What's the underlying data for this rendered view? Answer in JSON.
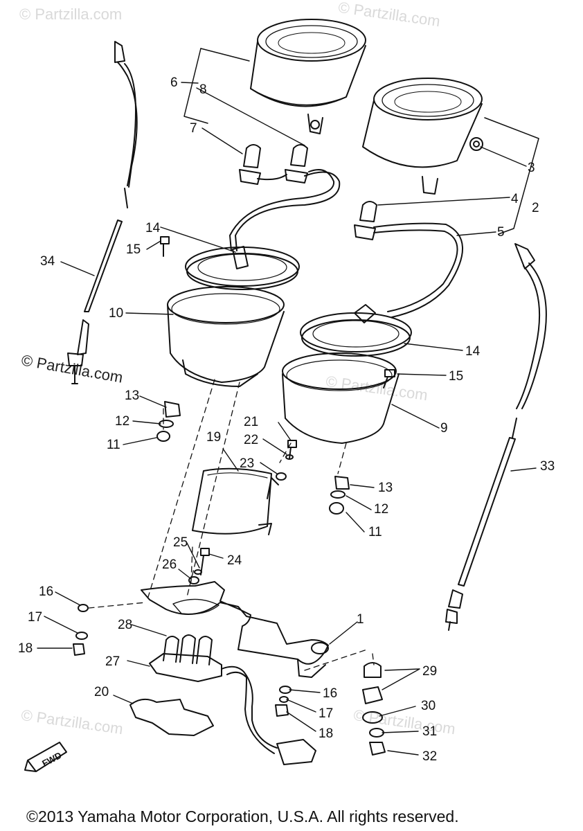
{
  "watermark": {
    "text": "© Partzilla.com"
  },
  "copyright": "©2013 Yamaha Motor Corporation, U.S.A. All rights reserved.",
  "fwd_label": "FWD",
  "callouts": [
    {
      "id": "c-1",
      "text": "1"
    },
    {
      "id": "c-2",
      "text": "2"
    },
    {
      "id": "c-3",
      "text": "3"
    },
    {
      "id": "c-4",
      "text": "4"
    },
    {
      "id": "c-5",
      "text": "5"
    },
    {
      "id": "c-6",
      "text": "6"
    },
    {
      "id": "c-7",
      "text": "7"
    },
    {
      "id": "c-8",
      "text": "8"
    },
    {
      "id": "c-9",
      "text": "9"
    },
    {
      "id": "c-10",
      "text": "10"
    },
    {
      "id": "c-11a",
      "text": "11"
    },
    {
      "id": "c-11b",
      "text": "11"
    },
    {
      "id": "c-12a",
      "text": "12"
    },
    {
      "id": "c-12b",
      "text": "12"
    },
    {
      "id": "c-13a",
      "text": "13"
    },
    {
      "id": "c-13b",
      "text": "13"
    },
    {
      "id": "c-14a",
      "text": "14"
    },
    {
      "id": "c-14b",
      "text": "14"
    },
    {
      "id": "c-15a",
      "text": "15"
    },
    {
      "id": "c-15b",
      "text": "15"
    },
    {
      "id": "c-16a",
      "text": "16"
    },
    {
      "id": "c-16b",
      "text": "16"
    },
    {
      "id": "c-17a",
      "text": "17"
    },
    {
      "id": "c-17b",
      "text": "17"
    },
    {
      "id": "c-18a",
      "text": "18"
    },
    {
      "id": "c-18b",
      "text": "18"
    },
    {
      "id": "c-19",
      "text": "19"
    },
    {
      "id": "c-20",
      "text": "20"
    },
    {
      "id": "c-21",
      "text": "21"
    },
    {
      "id": "c-22",
      "text": "22"
    },
    {
      "id": "c-23",
      "text": "23"
    },
    {
      "id": "c-24",
      "text": "24"
    },
    {
      "id": "c-25",
      "text": "25"
    },
    {
      "id": "c-26",
      "text": "26"
    },
    {
      "id": "c-27",
      "text": "27"
    },
    {
      "id": "c-28",
      "text": "28"
    },
    {
      "id": "c-29",
      "text": "29"
    },
    {
      "id": "c-30",
      "text": "30"
    },
    {
      "id": "c-31",
      "text": "31"
    },
    {
      "id": "c-32",
      "text": "32"
    },
    {
      "id": "c-33",
      "text": "33"
    },
    {
      "id": "c-34",
      "text": "34"
    }
  ]
}
